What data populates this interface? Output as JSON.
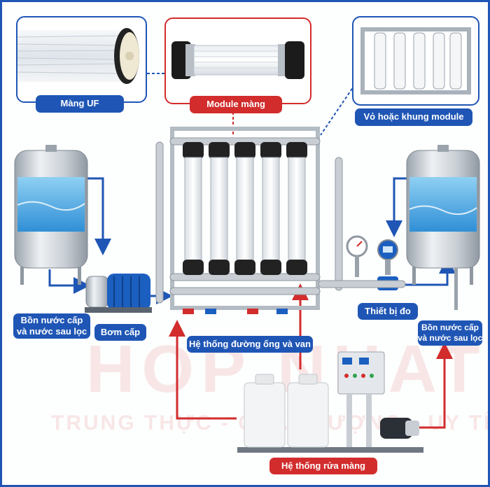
{
  "labels": {
    "uf_membrane": "Màng UF",
    "membrane_module": "Module màng",
    "module_housing": "Vỏ hoặc khung module",
    "feed_tank_line1": "Bồn nước cấp",
    "feed_tank_line2": "và nước sau lọc",
    "feed_pump": "Bơm cấp",
    "piping_valves": "Hệ thống đường ống và van",
    "measuring_device": "Thiết bị đo",
    "product_tank_line1": "Bồn nước cấp",
    "product_tank_line2": "và nước sau lọc",
    "cleaning_system": "Hệ thống rửa màng"
  },
  "watermark": {
    "brand": "HOP NHAT",
    "slogan": "TRUNG THỰC - CHẤT LƯỢNG - UY TÍN"
  },
  "colors": {
    "accent_blue": "#1f56b5",
    "accent_red": "#d22c2c",
    "water_blue": "#3a9fe0",
    "steel": "#c9ced4"
  }
}
